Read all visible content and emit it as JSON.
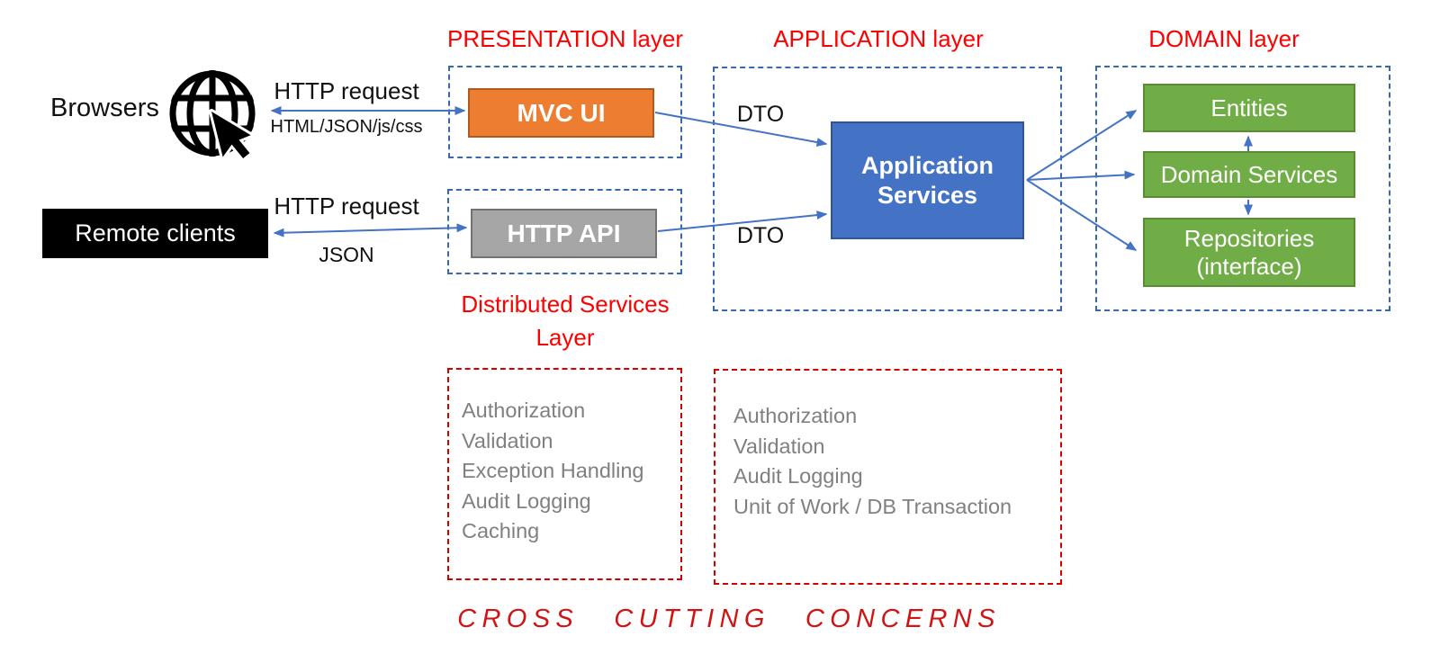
{
  "diagram": {
    "clients": {
      "browsers_label": "Browsers",
      "remote_clients_label": "Remote clients"
    },
    "connections": {
      "browser_request_label": "HTTP request",
      "browser_response_label": "HTML/JSON/js/css",
      "remote_request_label": "HTTP request",
      "remote_response_label": "JSON",
      "dto_top_label": "DTO",
      "dto_bottom_label": "DTO"
    },
    "presentation_layer": {
      "title": "PRESENTATION layer",
      "mvc_ui_label": "MVC UI"
    },
    "distributed_layer": {
      "title": "Distributed Services Layer",
      "http_api_label": "HTTP API"
    },
    "application_layer": {
      "title": "APPLICATION layer",
      "app_services_label": "Application Services"
    },
    "domain_layer": {
      "title": "DOMAIN layer",
      "entities_label": "Entities",
      "domain_services_label": "Domain Services",
      "repositories_label": "Repositories (interface)"
    },
    "cross_cutting": {
      "caption": "CROSS CUTTING CONCERNS",
      "left_items": [
        "Authorization",
        "Validation",
        "Exception Handling",
        "Audit Logging",
        "Caching"
      ],
      "right_items": [
        "Authorization",
        "Validation",
        "Audit Logging",
        "Unit of Work / DB Transaction"
      ]
    },
    "colors": {
      "accent_blue": "#4472C4",
      "dashed_blue": "#3A68AE",
      "orange": "#ED7D31",
      "gray": "#A6A6A6",
      "green": "#70AD47",
      "red": "#FE0000",
      "dashed_red": "#D40000",
      "list_gray": "#808080"
    }
  }
}
